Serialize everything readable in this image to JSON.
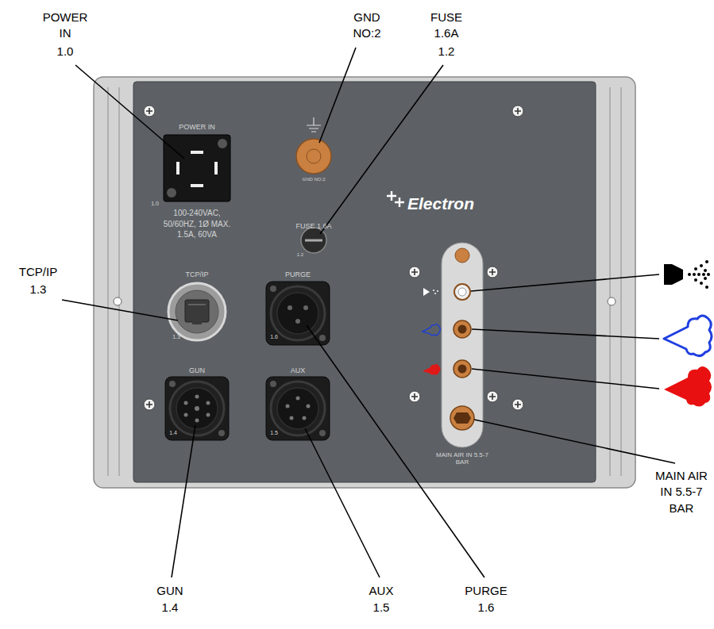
{
  "diagram": {
    "labels": [
      "POWER IN",
      "1.0",
      "GND NO:2",
      "FUSE 1.6A",
      "1.2",
      "TCP/IP",
      "1.3",
      "GUN",
      "1.4",
      "AUX",
      "1.5",
      "PURGE",
      "1.6",
      "MAIN AIR IN 5.5-7 BAR",
      "POWER IN",
      "100-240VAC, 50/60HZ, 1Ø MAX. 1.5A, 60VA",
      "1.0",
      "GND NO:2",
      "FUSE 1.6A",
      "1.2",
      "TCP/IP",
      "1.3",
      "PURGE",
      "1.6",
      "GUN",
      "1.4",
      "AUX",
      "1.5",
      "Electron",
      "MAIN AIR IN 5.5-7 BAR"
    ]
  }
}
